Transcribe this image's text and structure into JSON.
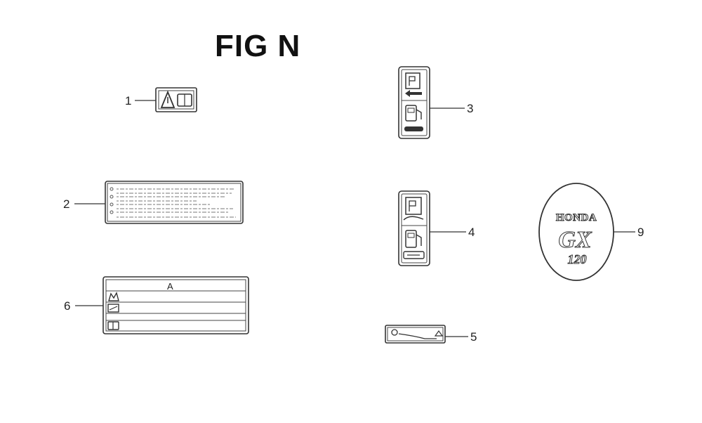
{
  "figure": {
    "title": "FIG N"
  },
  "callouts": [
    {
      "id": "1",
      "label": "1"
    },
    {
      "id": "2",
      "label": "2"
    },
    {
      "id": "3",
      "label": "3"
    },
    {
      "id": "4",
      "label": "4"
    },
    {
      "id": "5",
      "label": "5"
    },
    {
      "id": "6",
      "label": "6"
    },
    {
      "id": "9",
      "label": "9"
    }
  ],
  "emblem": {
    "brand": "HONDA",
    "model": "GX",
    "displacement": "120"
  },
  "label6": {
    "header_symbol": "A"
  },
  "icons": {
    "part1": [
      "warning-triangle-icon",
      "manual-book-icon"
    ],
    "part3": [
      "choke-icon",
      "fuel-pump-icon"
    ],
    "part4": [
      "choke-icon",
      "fuel-pump-icon"
    ],
    "part5": [
      "throttle-icon"
    ],
    "part6": [
      "warning-triangle-icon",
      "hot-surface-icon",
      "exhaust-icon",
      "manual-book-icon"
    ]
  },
  "colors": {
    "ink": "#333333",
    "background": "#ffffff"
  }
}
